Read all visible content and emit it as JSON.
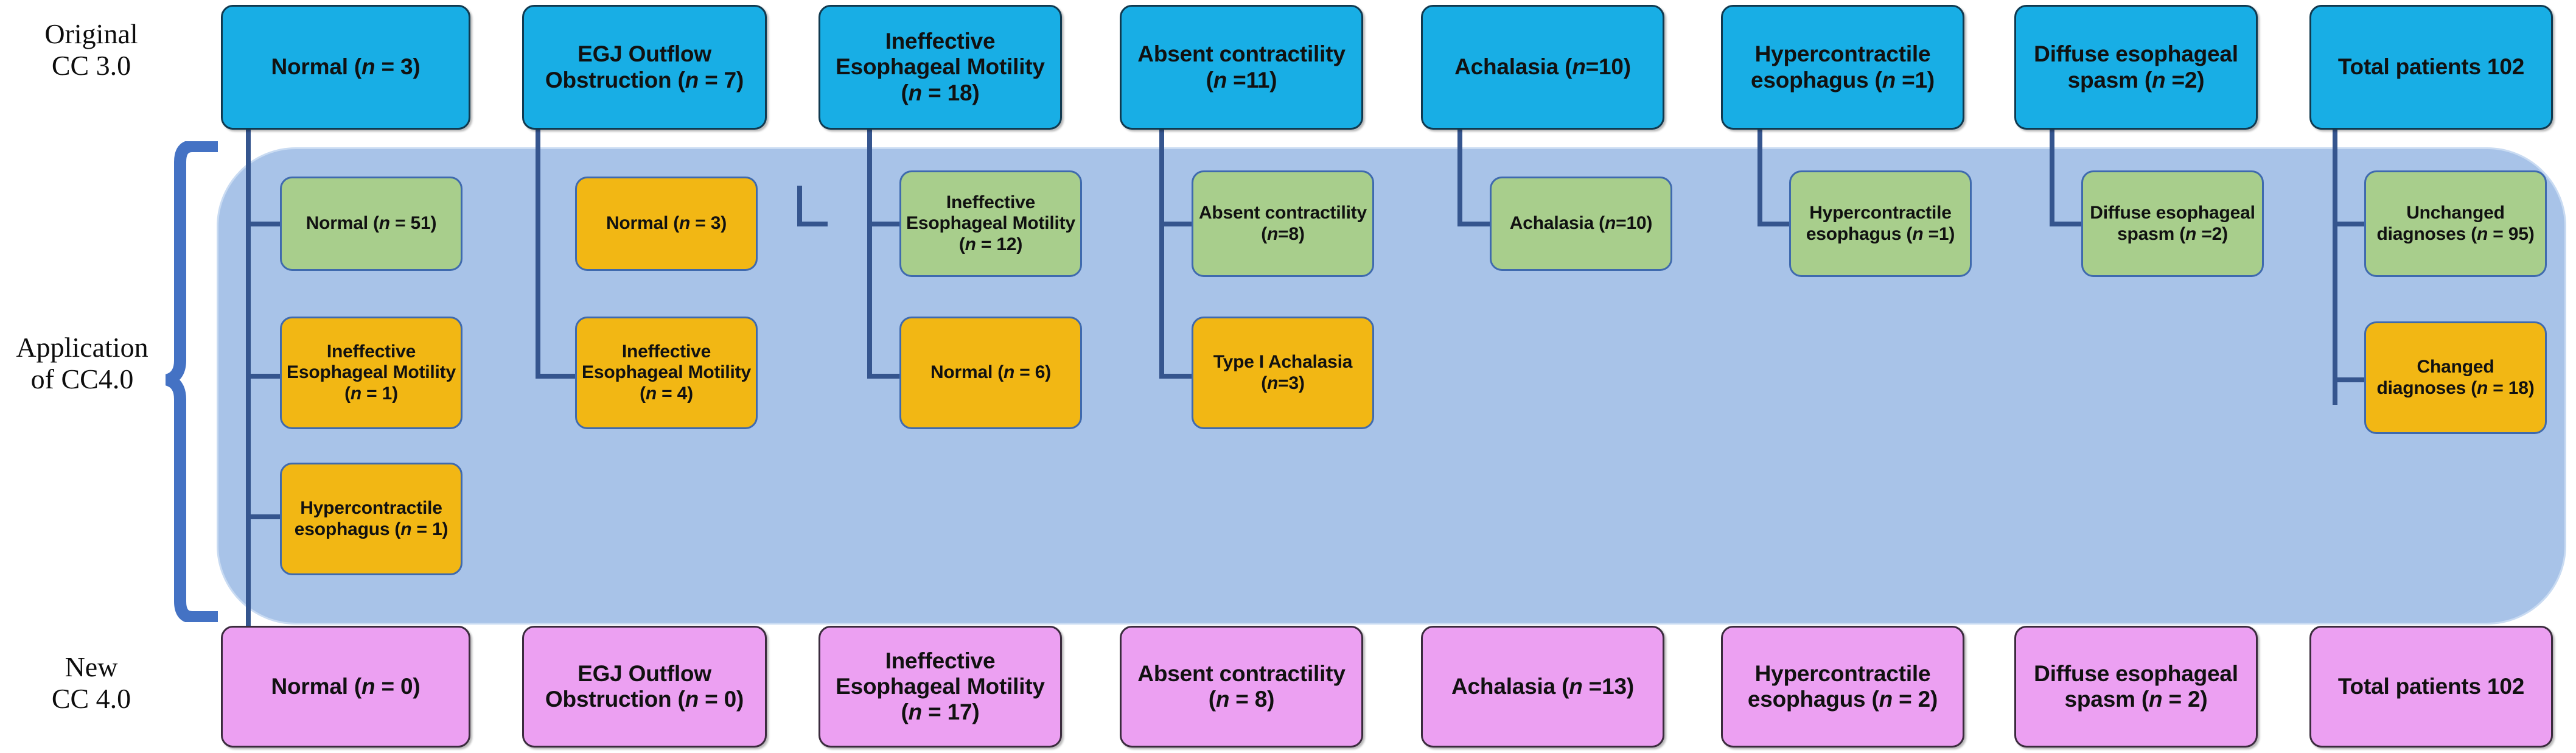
{
  "diagram": {
    "title_rows": {
      "original": "Original\nCC 3.0",
      "application": "Application\nof CC4.0",
      "new": "New\nCC 4.0"
    },
    "colors": {
      "top_row": "#18AEE5",
      "bottom_row": "#ECA0F2",
      "unchanged_green": "#A8CE8C",
      "changed_orange": "#F2B714",
      "panel_blue": "#A8C3E8",
      "connector_blue": "#3F6AAE"
    },
    "top_row": [
      {
        "label": "Normal (n = 3)"
      },
      {
        "label": "EGJ Outflow Obstruction (n = 7)"
      },
      {
        "label": "Ineffective Esophageal Motility (n = 18)"
      },
      {
        "label": "Absent contractility (n =11)"
      },
      {
        "label": "Achalasia (n=10)"
      },
      {
        "label": "Hypercontractile esophagus (n =1)"
      },
      {
        "label": "Diffuse esophageal spasm (n =2)"
      },
      {
        "label": "Total patients 102"
      }
    ],
    "middle_rows": {
      "col1": [
        {
          "label": "Normal (n = 51)",
          "kind": "unchanged"
        },
        {
          "label": "Ineffective Esophageal Motility (n = 1)",
          "kind": "changed"
        },
        {
          "label": "Hypercontractile esophagus (n = 1)",
          "kind": "changed"
        }
      ],
      "col2": [
        {
          "label": "Normal (n = 3)",
          "kind": "changed"
        },
        {
          "label": "Ineffective Esophageal Motility (n = 4)",
          "kind": "changed"
        }
      ],
      "col3": [
        {
          "label": "Ineffective Esophageal Motility (n = 12)",
          "kind": "unchanged"
        },
        {
          "label": "Normal (n = 6)",
          "kind": "changed"
        }
      ],
      "col4": [
        {
          "label": "Absent contractility (n=8)",
          "kind": "unchanged"
        },
        {
          "label": "Type I Achalasia (n=3)",
          "kind": "changed"
        }
      ],
      "col5": [
        {
          "label": "Achalasia (n=10)",
          "kind": "unchanged"
        }
      ],
      "col6": [
        {
          "label": "Hypercontractile esophagus (n =1)",
          "kind": "unchanged"
        }
      ],
      "col7": [
        {
          "label": "Diffuse esophageal spasm (n =2)",
          "kind": "unchanged"
        }
      ],
      "col8": [
        {
          "label": "Unchanged diagnoses (n = 95)",
          "kind": "unchanged"
        },
        {
          "label": "Changed diagnoses (n = 18)",
          "kind": "changed"
        }
      ]
    },
    "bottom_row": [
      {
        "label": "Normal (n = 0)"
      },
      {
        "label": "EGJ Outflow Obstruction (n = 0)"
      },
      {
        "label": "Ineffective Esophageal Motility (n = 17)"
      },
      {
        "label": "Absent contractility (n = 8)"
      },
      {
        "label": "Achalasia (n =13)"
      },
      {
        "label": "Hypercontractile esophagus (n = 2)"
      },
      {
        "label": "Diffuse esophageal spasm (n = 2)"
      },
      {
        "label": "Total patients 102"
      }
    ]
  }
}
